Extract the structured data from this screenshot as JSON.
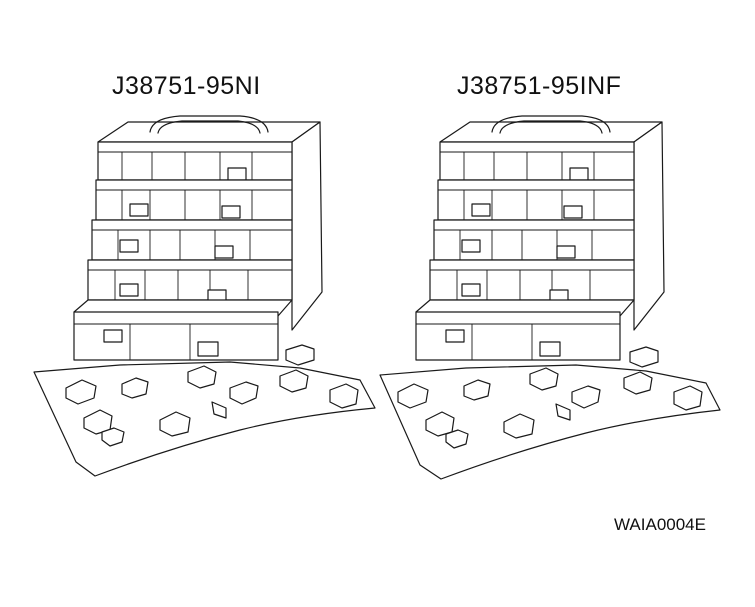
{
  "kits": [
    {
      "label": "J38751-95NI"
    },
    {
      "label": "J38751-95INF"
    }
  ],
  "figure_code": "WAIA0004E",
  "colors": {
    "ink": "#1a1a1a",
    "background": "#ffffff"
  }
}
